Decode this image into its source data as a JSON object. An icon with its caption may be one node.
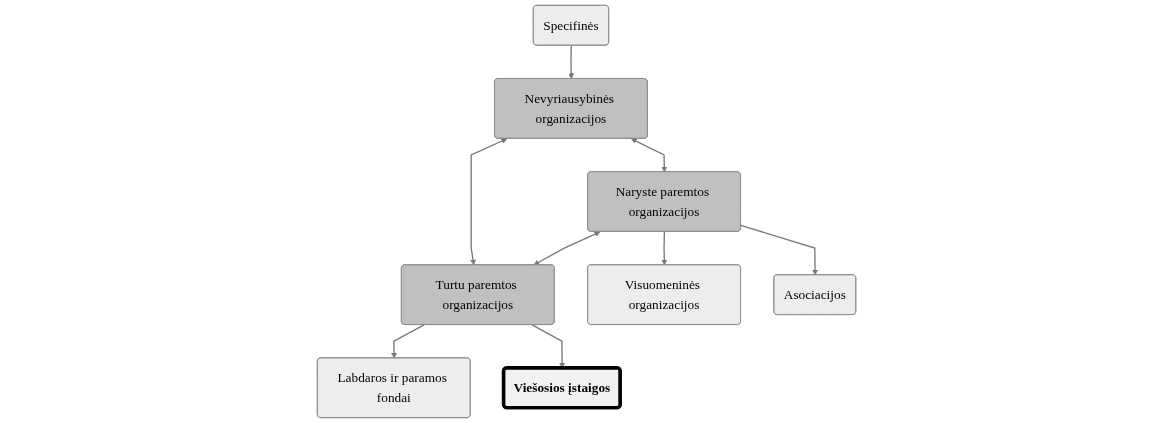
{
  "diagram": {
    "nodes": [
      {
        "text": [
          "Nevyriausybinės organizacijos"
        ]
      },
      {
        "text": [
          "Specifinės"
        ]
      },
      {
        "text": [
          "Naryste paremtos organizacijos"
        ]
      },
      {
        "text": [
          "Turtu paremtos organizacijos"
        ]
      },
      {
        "text": [
          "Visuomeninės organizacijos"
        ]
      },
      {
        "text": [
          "Asociacijos"
        ]
      },
      {
        "text": [
          "Labdaros ir paramos fondai"
        ]
      },
      {
        "text": [
          "Viešosios įstaigos"
        ]
      }
    ],
    "edges": [
      {
        "from": 1,
        "to": 0,
        "arrow": "to"
      },
      {
        "from": 0,
        "to": 2,
        "arrow": "both"
      },
      {
        "from": 0,
        "to": 3,
        "arrow": "both"
      },
      {
        "from": 2,
        "to": 3,
        "arrow": "both"
      },
      {
        "from": 2,
        "to": 4,
        "arrow": "to"
      },
      {
        "from": 2,
        "to": 5,
        "arrow": "to"
      },
      {
        "from": 3,
        "to": 6,
        "arrow": "to"
      },
      {
        "from": 3,
        "to": 7,
        "arrow": "to"
      }
    ]
  }
}
